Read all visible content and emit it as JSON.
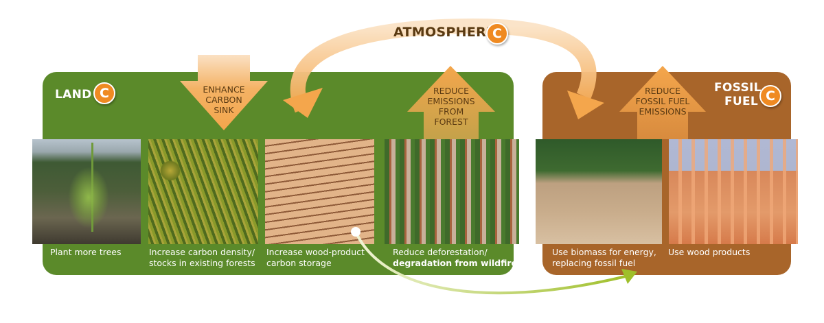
{
  "atmosphere": {
    "label": "ATMOSPHERE",
    "badge": "C"
  },
  "land": {
    "label": "LAND",
    "badge": "C",
    "color": "#5b8a2a"
  },
  "fossil": {
    "label_line1": "FOSSIL",
    "label_line2": "FUEL",
    "badge": "C",
    "color": "#a8652a"
  },
  "arrows": {
    "enhance": [
      "ENHANCE",
      "CARBON",
      "SINK"
    ],
    "reduce_forest": [
      "REDUCE",
      "EMISSIONS",
      "FROM",
      "FOREST"
    ],
    "reduce_fossil": [
      "REDUCE",
      "FOSSIL FUEL",
      "EMISSIONS"
    ]
  },
  "photos": [
    {
      "name": "seedling-photo",
      "subject": "young conifer seedling",
      "caption": [
        "Plant more trees"
      ]
    },
    {
      "name": "forest-canopy-photo",
      "subject": "dense conifer forest",
      "caption": [
        "Increase carbon density/",
        "stocks in existing forests"
      ]
    },
    {
      "name": "lumber-stack-photo",
      "subject": "stacked lumber",
      "caption": [
        "Increase wood-product",
        "carbon storage"
      ]
    },
    {
      "name": "damaged-forest-photo",
      "subject": "forest with dead trees",
      "caption": [
        "Reduce deforestation/",
        "degradation from wildfire, etc."
      ]
    },
    {
      "name": "biomass-pile-photo",
      "subject": "pile of woody debris",
      "caption": [
        "Use biomass for energy,",
        "replacing fossil fuel"
      ]
    },
    {
      "name": "wood-frame-photo",
      "subject": "timber house framing",
      "caption": [
        "Use wood products"
      ]
    }
  ],
  "colors": {
    "accent_orange": "#ef8a22",
    "arrow_orange": "#f4a64c",
    "flow_green": "#9fbf2a",
    "arrow_text": "#5a3a12"
  }
}
